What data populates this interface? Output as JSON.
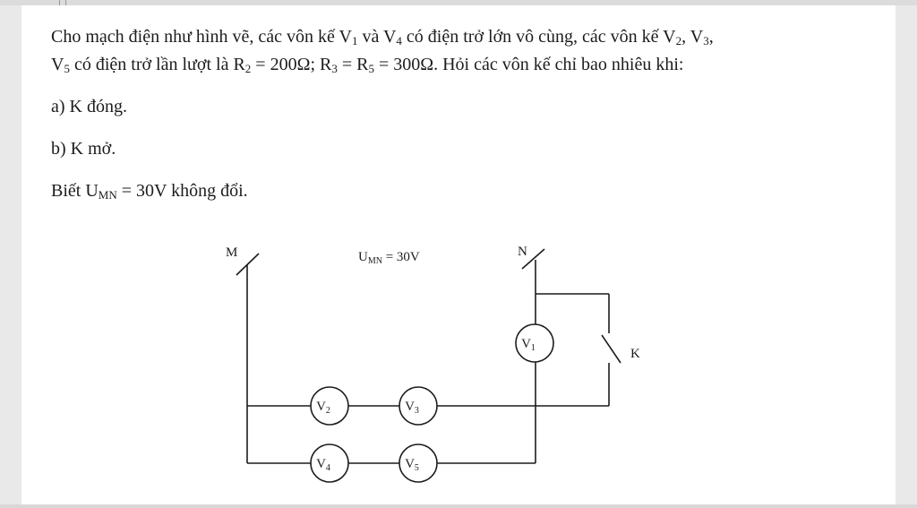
{
  "problem": {
    "line1_a": "Cho mạch điện như hình vẽ, các vôn kế V",
    "line1_b": " và V",
    "line1_c": " có điện trở lớn vô cùng, các vôn kế V",
    "line1_d": ", V",
    "line1_e": ",",
    "line2_a": "V",
    "line2_b": " có điện trở lần lượt là R",
    "line2_c": " = 200Ω; R",
    "line2_d": " = R",
    "line2_e": " = 300Ω. Hỏi các vôn kế chỉ bao nhiêu khi:",
    "sub_1": "1",
    "sub_2": "2",
    "sub_3": "3",
    "sub_4": "4",
    "sub_5": "5",
    "part_a": "a) K đóng.",
    "part_b": "b) K mở.",
    "given_a": "Biết U",
    "given_sub": "MN",
    "given_b": " = 30V không đổi."
  },
  "circuit": {
    "label_m": "M",
    "label_n": "N",
    "voltage_label": "U",
    "voltage_sub": "MN",
    "voltage_value": " = 30V",
    "switch_label": "K",
    "meters": [
      {
        "name": "V",
        "sub": "1"
      },
      {
        "name": "V",
        "sub": "2"
      },
      {
        "name": "V",
        "sub": "3"
      },
      {
        "name": "V",
        "sub": "4"
      },
      {
        "name": "V",
        "sub": "5"
      }
    ]
  }
}
